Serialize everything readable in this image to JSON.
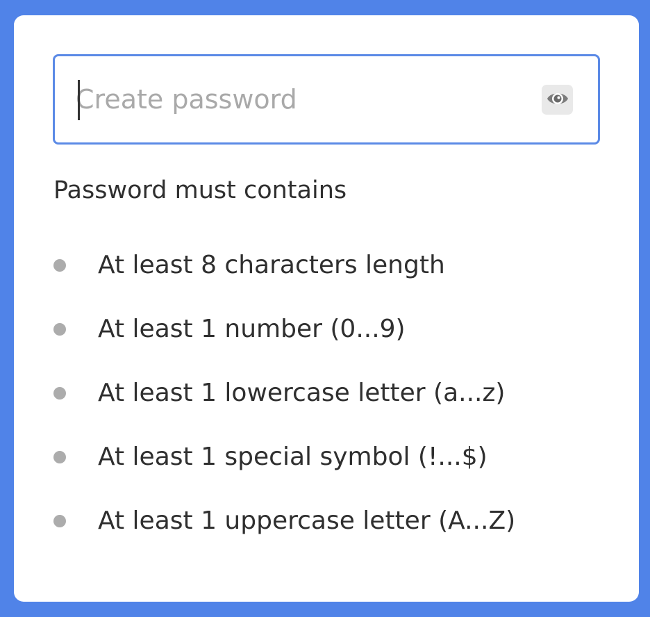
{
  "password_field": {
    "placeholder": "Create password",
    "value": "",
    "toggle_icon": "eye-icon"
  },
  "requirements": {
    "heading": "Password must contains",
    "items": [
      {
        "label": "At least 8 characters length"
      },
      {
        "label": "At least 1 number (0...9)"
      },
      {
        "label": "At least 1 lowercase letter (a...z)"
      },
      {
        "label": "At least 1 special symbol (!...$)"
      },
      {
        "label": "At least 1 uppercase letter (A...Z)"
      }
    ]
  },
  "colors": {
    "background": "#5083e8",
    "card": "#ffffff",
    "focus_border": "#5b8ae6",
    "bullet_pending": "#acacac",
    "text": "#2f2f2f",
    "placeholder": "#a9a9a9"
  }
}
